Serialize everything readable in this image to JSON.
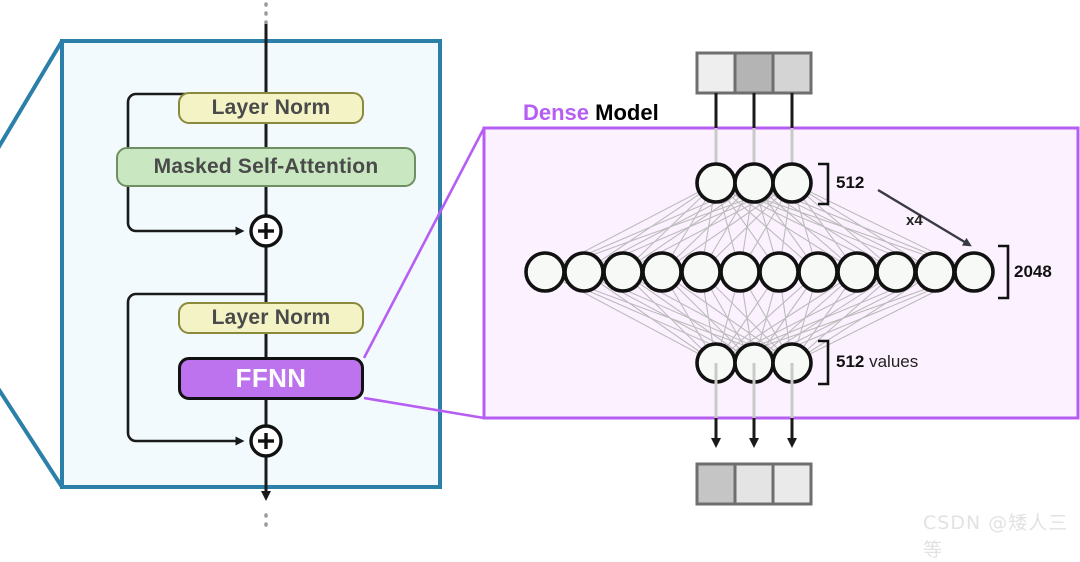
{
  "diagram": {
    "title_visible": false,
    "left_panel": {
      "name": "transformer-decoder-block",
      "border_color": "#2c7fa8",
      "fill_color": "#f2fafd",
      "blocks": [
        {
          "id": "layer-norm-1",
          "label": "Layer Norm",
          "fill": "#f3f3c6",
          "stroke": "#8a8a3c"
        },
        {
          "id": "masked-self-attention",
          "label": "Masked Self-Attention",
          "fill": "#c9e8c2",
          "stroke": "#6f8f62"
        },
        {
          "id": "layer-norm-2",
          "label": "Layer Norm",
          "fill": "#f3f3c6",
          "stroke": "#8a8a3c"
        },
        {
          "id": "ffnn",
          "label": "FFNN",
          "fill": "#bd72ee",
          "stroke": "#111111"
        }
      ],
      "residual_nodes": [
        {
          "id": "add-1",
          "glyph": "+"
        },
        {
          "id": "add-2",
          "glyph": "+"
        }
      ]
    },
    "right_panel": {
      "name": "dense-model-detail",
      "title_accent": "Dense",
      "title_rest": " Model",
      "accent_color": "#b65ef3",
      "fill_color": "#fcf2ff",
      "annotations": {
        "input_layer_size": "512",
        "hidden_layer_size": "2048",
        "output_layer_size": "512",
        "output_layer_unit": " values",
        "expansion_factor": "x4"
      },
      "layers": [
        {
          "id": "input-neuron-layer",
          "count": 3,
          "size_label": "512"
        },
        {
          "id": "hidden-neuron-layer",
          "count": 12,
          "size_label": "2048"
        },
        {
          "id": "output-neuron-layer",
          "count": 3,
          "size_label": "512"
        }
      ],
      "input_vector_cells": [
        "#eeeeee",
        "#b4b4b4",
        "#d4d4d4"
      ],
      "output_vector_cells": [
        "#c5c5c5",
        "#e4e4e4",
        "#eaeaea"
      ]
    },
    "watermark": "CSDN @矮人三等"
  }
}
